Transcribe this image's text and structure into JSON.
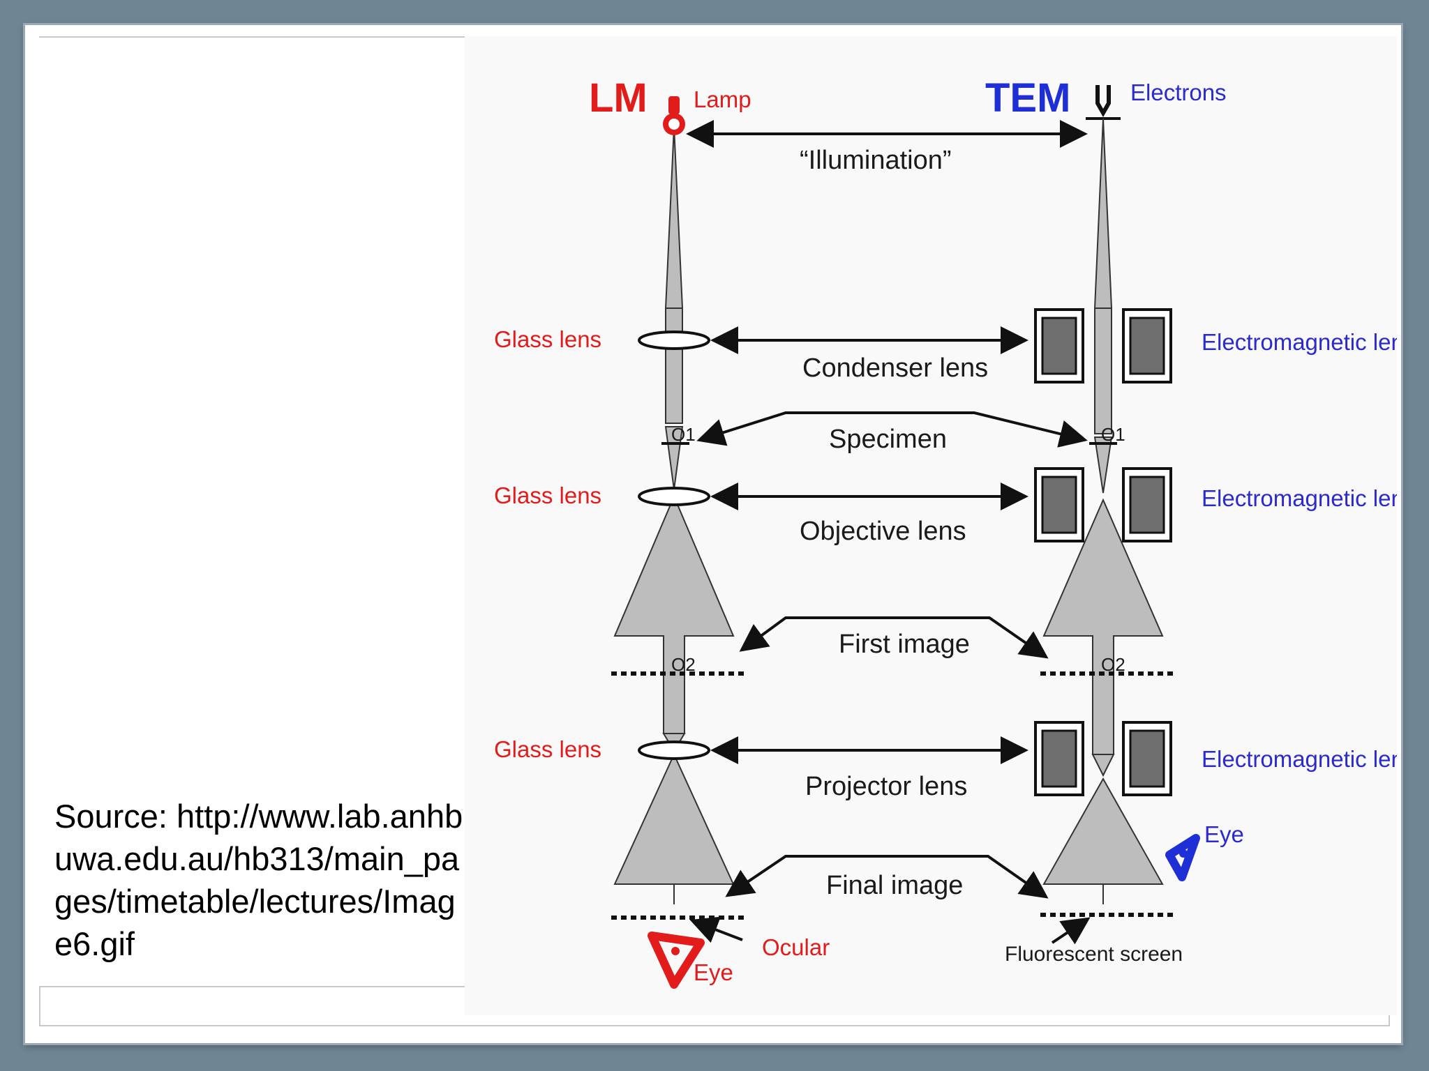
{
  "source": {
    "text": "Source: http://www.lab.anhb.uwa.edu.au/hb313/main_pages/timetable/lectures/Image6.gif"
  },
  "diagram": {
    "lm_title": "LM",
    "tem_title": "TEM",
    "lamp": "Lamp",
    "electrons": "Electrons",
    "illumination": "“Illumination”",
    "condenser_lens": "Condenser lens",
    "specimen": "Specimen",
    "objective_lens": "Objective lens",
    "first_image": "First image",
    "projector_lens": "Projector lens",
    "final_image": "Final image",
    "glass_lens_1": "Glass lens",
    "glass_lens_2": "Glass lens",
    "glass_lens_3": "Glass lens",
    "em_lens_1": "Electromagnetic lens",
    "em_lens_2": "Electromagnetic lens",
    "em_lens_3": "Electromagnetic lens",
    "o1_left": "O1",
    "o1_right": "O1",
    "o2_left": "O2",
    "o2_right": "O2",
    "eye_left": "Eye",
    "eye_right": "Eye",
    "ocular": "Ocular",
    "fluorescent_screen": "Fluorescent screen",
    "colors": {
      "lm_red": "#e21b1b",
      "tem_blue": "#1f2fd6",
      "beam_gray": "#bdbdbd"
    }
  }
}
